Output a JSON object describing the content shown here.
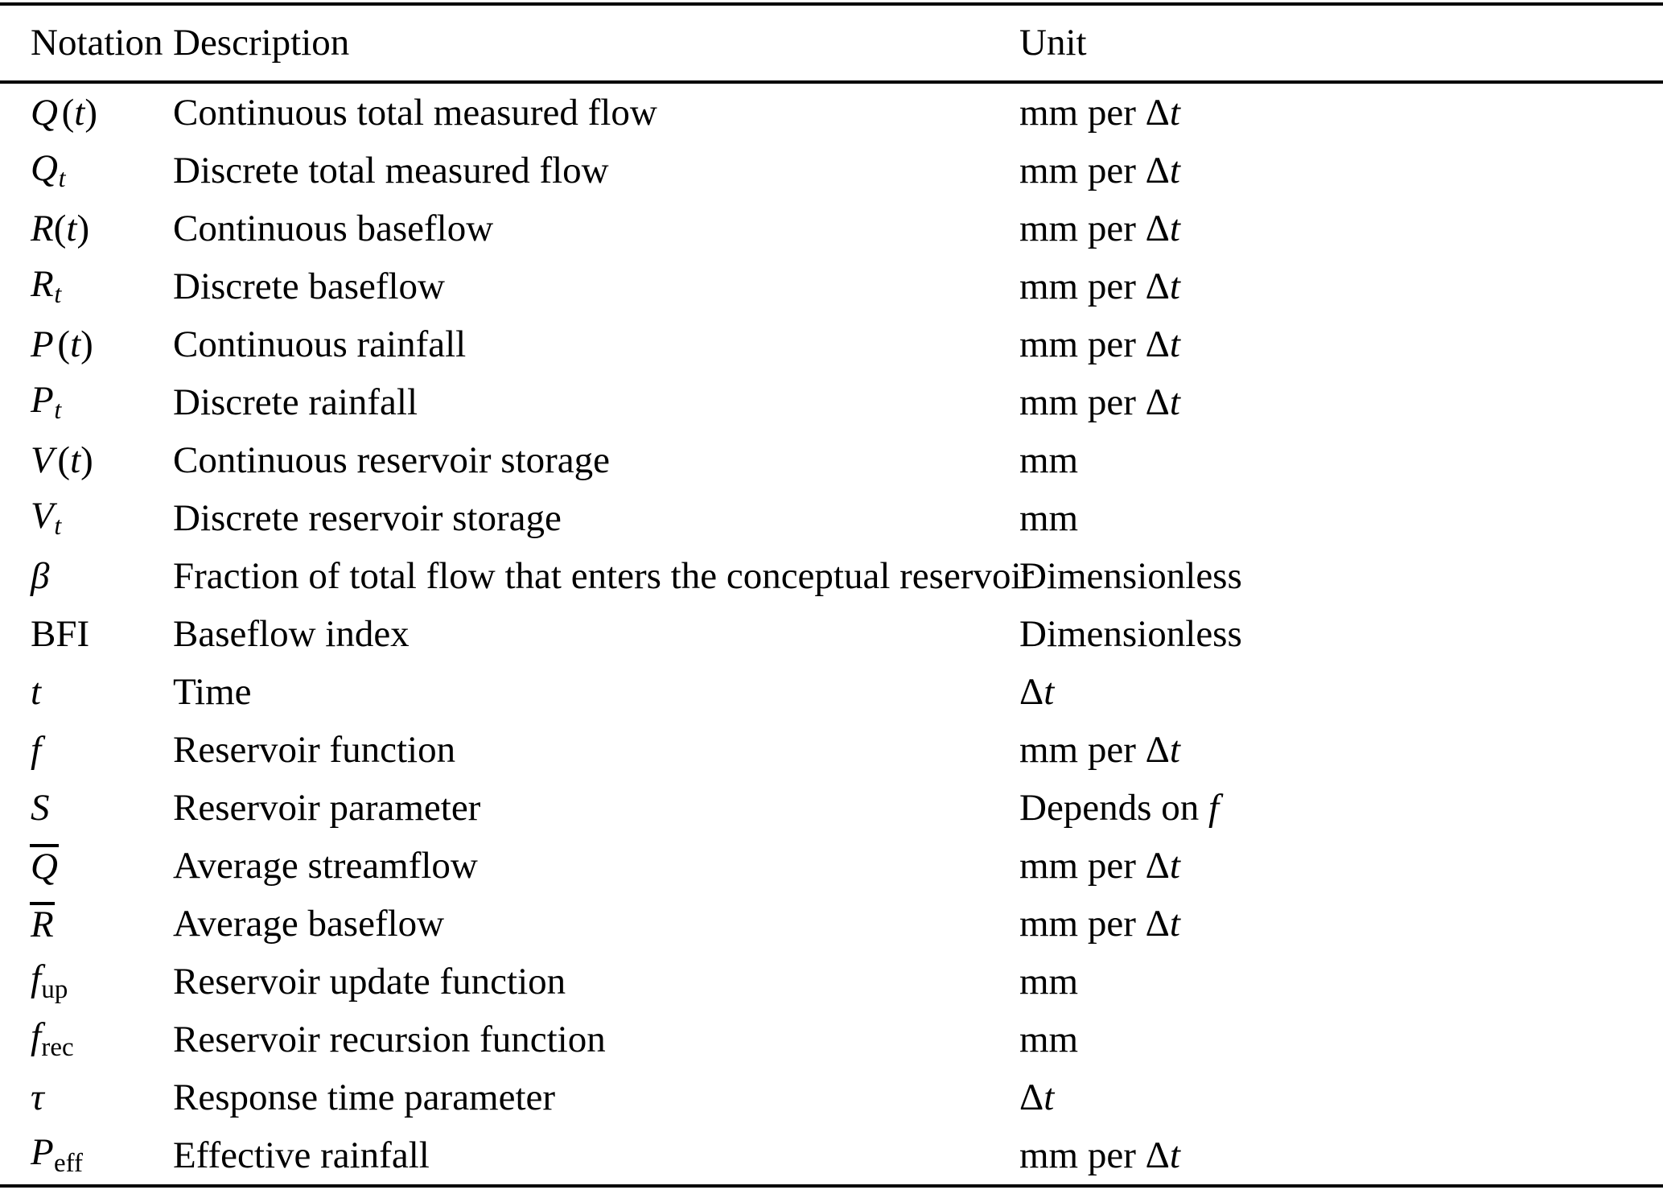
{
  "table": {
    "headers": {
      "notation": "Notation",
      "description": "Description",
      "unit": "Unit"
    },
    "rows": [
      {
        "notation": "Q(t)",
        "description": "Continuous total measured flow",
        "unit": "mm per Δt"
      },
      {
        "notation": "Qₜ",
        "description": "Discrete total measured flow",
        "unit": "mm per Δt"
      },
      {
        "notation": "R(t)",
        "description": "Continuous baseflow",
        "unit": "mm per Δt"
      },
      {
        "notation": "Rₜ",
        "description": "Discrete baseflow",
        "unit": "mm per Δt"
      },
      {
        "notation": "P(t)",
        "description": "Continuous rainfall",
        "unit": "mm per Δt"
      },
      {
        "notation": "Pₜ",
        "description": "Discrete rainfall",
        "unit": "mm per Δt"
      },
      {
        "notation": "V(t)",
        "description": "Continuous reservoir storage",
        "unit": "mm"
      },
      {
        "notation": "Vₜ",
        "description": "Discrete reservoir storage",
        "unit": "mm"
      },
      {
        "notation": "β",
        "description": "Fraction of total flow that enters the conceptual reservoir",
        "unit": "Dimensionless"
      },
      {
        "notation": "BFI",
        "description": "Baseflow index",
        "unit": "Dimensionless"
      },
      {
        "notation": "t",
        "description": "Time",
        "unit": "Δt"
      },
      {
        "notation": "f",
        "description": "Reservoir function",
        "unit": "mm per Δt"
      },
      {
        "notation": "S",
        "description": "Reservoir parameter",
        "unit": "Depends on f"
      },
      {
        "notation": "Q̅",
        "description": "Average streamflow",
        "unit": "mm per Δt"
      },
      {
        "notation": "R̅",
        "description": "Average baseflow",
        "unit": "mm per Δt"
      },
      {
        "notation": "f_up",
        "description": "Reservoir update function",
        "unit": "mm"
      },
      {
        "notation": "f_rec",
        "description": "Reservoir recursion function",
        "unit": "mm"
      },
      {
        "notation": "τ",
        "description": "Response time parameter",
        "unit": "Δt"
      },
      {
        "notation": "P_eff",
        "description": "Effective rainfall",
        "unit": "mm per Δt"
      }
    ]
  },
  "colors": {
    "text": "#000000",
    "background": "#ffffff",
    "rule": "#000000"
  }
}
